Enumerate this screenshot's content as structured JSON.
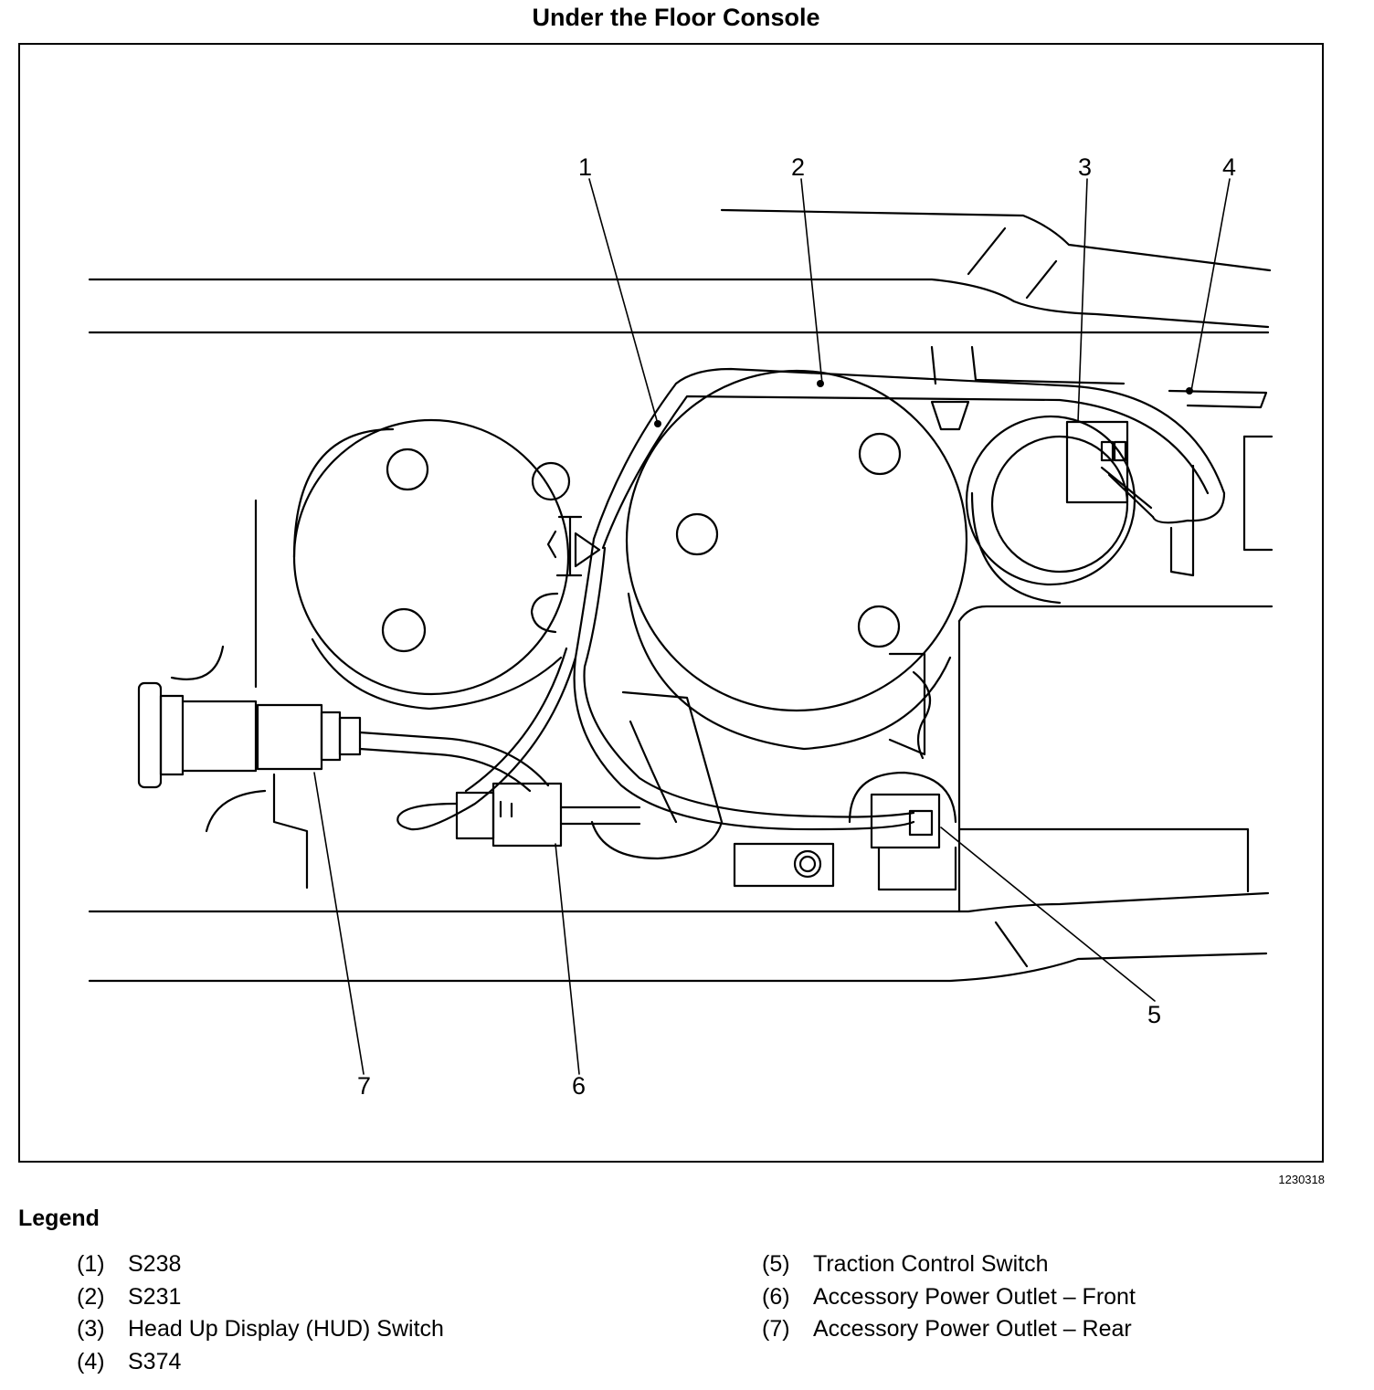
{
  "title": "Under the Floor Console",
  "figure_id": "1230318",
  "callouts": [
    "1",
    "2",
    "3",
    "4",
    "5",
    "6",
    "7"
  ],
  "legend": {
    "heading": "Legend",
    "items": [
      {
        "num": "(1)",
        "label": "S238"
      },
      {
        "num": "(2)",
        "label": "S231"
      },
      {
        "num": "(3)",
        "label": "Head Up Display (HUD) Switch"
      },
      {
        "num": "(4)",
        "label": "S374"
      },
      {
        "num": "(5)",
        "label": "Traction Control Switch"
      },
      {
        "num": "(6)",
        "label": "Accessory Power Outlet – Front"
      },
      {
        "num": "(7)",
        "label": "Accessory Power Outlet – Rear"
      }
    ]
  }
}
